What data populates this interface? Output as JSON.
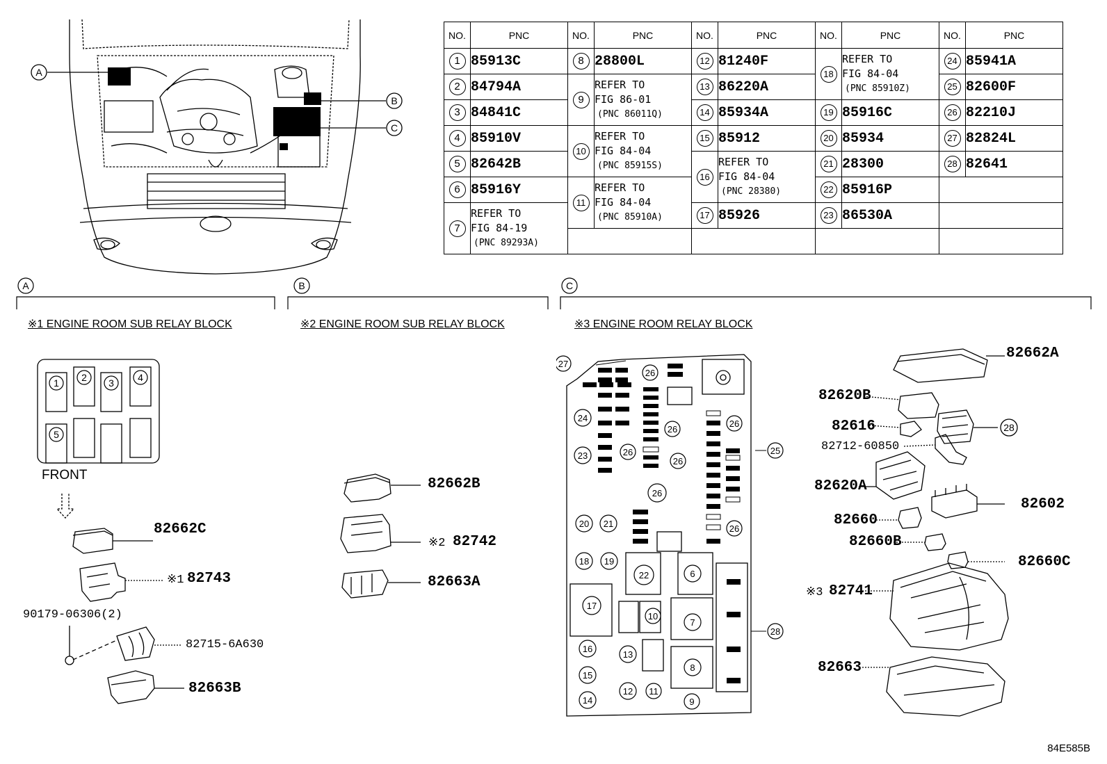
{
  "table": {
    "headers": [
      "NO.",
      "PNC"
    ],
    "columns": [
      [
        {
          "no": "1",
          "pnc": "85913C"
        },
        {
          "no": "2",
          "pnc": "84794A"
        },
        {
          "no": "3",
          "pnc": "84841C"
        },
        {
          "no": "4",
          "pnc": "85910V"
        },
        {
          "no": "5",
          "pnc": "82642B"
        },
        {
          "no": "6",
          "pnc": "85916Y"
        },
        {
          "no": "7",
          "ref": [
            "REFER TO",
            "FIG 84-19",
            "(PNC 89293A)"
          ],
          "rows": 2
        }
      ],
      [
        {
          "no": "8",
          "pnc": "28800L"
        },
        {
          "no": "9",
          "ref": [
            "REFER TO",
            "FIG 86-01",
            "(PNC 86011Q)"
          ],
          "rows": 2
        },
        {
          "no": "10",
          "ref": [
            "REFER TO",
            "FIG 84-04",
            "(PNC 85915S)"
          ],
          "rows": 2
        },
        {
          "no": "11",
          "ref": [
            "REFER TO",
            "FIG 84-04",
            "(PNC 85910A)"
          ],
          "rows": 2
        }
      ],
      [
        {
          "no": "12",
          "pnc": "81240F"
        },
        {
          "no": "13",
          "pnc": "86220A"
        },
        {
          "no": "14",
          "pnc": "85934A"
        },
        {
          "no": "15",
          "pnc": "85912"
        },
        {
          "no": "16",
          "ref": [
            "REFER TO",
            "FIG 84-04",
            "(PNC 28380)"
          ],
          "rows": 2
        },
        {
          "no": "17",
          "pnc": "85926"
        }
      ],
      [
        {
          "no": "18",
          "ref": [
            "REFER TO",
            "FIG 84-04",
            "(PNC 85910Z)"
          ],
          "rows": 2
        },
        {
          "no": "19",
          "pnc": "85916C"
        },
        {
          "no": "20",
          "pnc": "85934"
        },
        {
          "no": "21",
          "pnc": "28300"
        },
        {
          "no": "22",
          "pnc": "85916P"
        },
        {
          "no": "23",
          "pnc": "86530A"
        }
      ],
      [
        {
          "no": "24",
          "pnc": "85941A"
        },
        {
          "no": "25",
          "pnc": "82600F"
        },
        {
          "no": "26",
          "pnc": "82210J"
        },
        {
          "no": "27",
          "pnc": "82824L"
        },
        {
          "no": "28",
          "pnc": "82641"
        }
      ]
    ]
  },
  "callouts": {
    "a": "A",
    "b": "B",
    "c": "C"
  },
  "sections": {
    "a_title": "※1 ENGINE ROOM SUB RELAY BLOCK",
    "b_title": "※2 ENGINE ROOM SUB RELAY BLOCK",
    "c_title": "※3 ENGINE ROOM RELAY BLOCK"
  },
  "section_a": {
    "front_label": "FRONT",
    "slots": [
      "1",
      "2",
      "3",
      "4",
      "5"
    ],
    "parts": {
      "cover": "82662C",
      "block_mark": "※1",
      "block": "82743",
      "bolt": "90179-06306(2)",
      "bracket": "82715-6A630",
      "lower": "82663B"
    }
  },
  "section_b": {
    "parts": {
      "cover": "82662B",
      "block_mark": "※2",
      "block": "82742",
      "lower": "82663A"
    }
  },
  "section_c": {
    "layout_nums": [
      "27",
      "26",
      "24",
      "23",
      "26",
      "26",
      "26",
      "25",
      "26",
      "26",
      "26",
      "20",
      "21",
      "18",
      "19",
      "22",
      "6",
      "17",
      "10",
      "7",
      "16",
      "13",
      "15",
      "8",
      "14",
      "12",
      "11",
      "9",
      "28"
    ],
    "parts": {
      "cover": "82662A",
      "p1": "82620B",
      "p2": "82616",
      "p3": "82712-60850",
      "p4": "82620A",
      "p5": "82602",
      "p6": "82660",
      "p7": "82660B",
      "p8": "82660C",
      "block_mark": "※3",
      "block": "82741",
      "lower": "82663",
      "n28": "28"
    }
  },
  "footer_code": "84E585B"
}
